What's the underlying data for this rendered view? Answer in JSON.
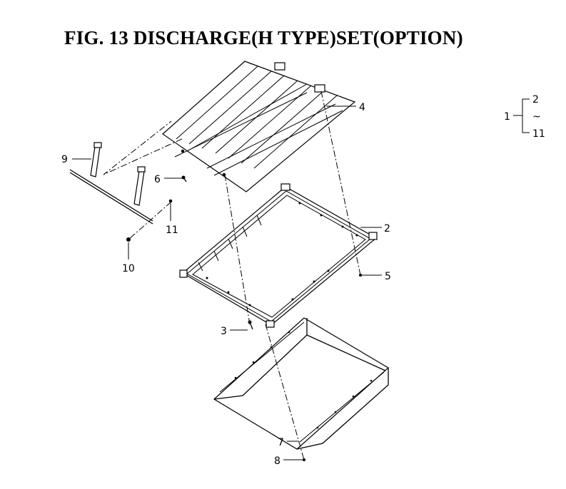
{
  "title": "FIG. 13  DISCHARGE(H TYPE)SET(OPTION)",
  "legend": {
    "parent": "1",
    "top": "2",
    "range": "~",
    "bottom": "11"
  },
  "callouts": [
    "2",
    "3",
    "4",
    "5",
    "6",
    "7",
    "8",
    "9",
    "10",
    "11"
  ]
}
